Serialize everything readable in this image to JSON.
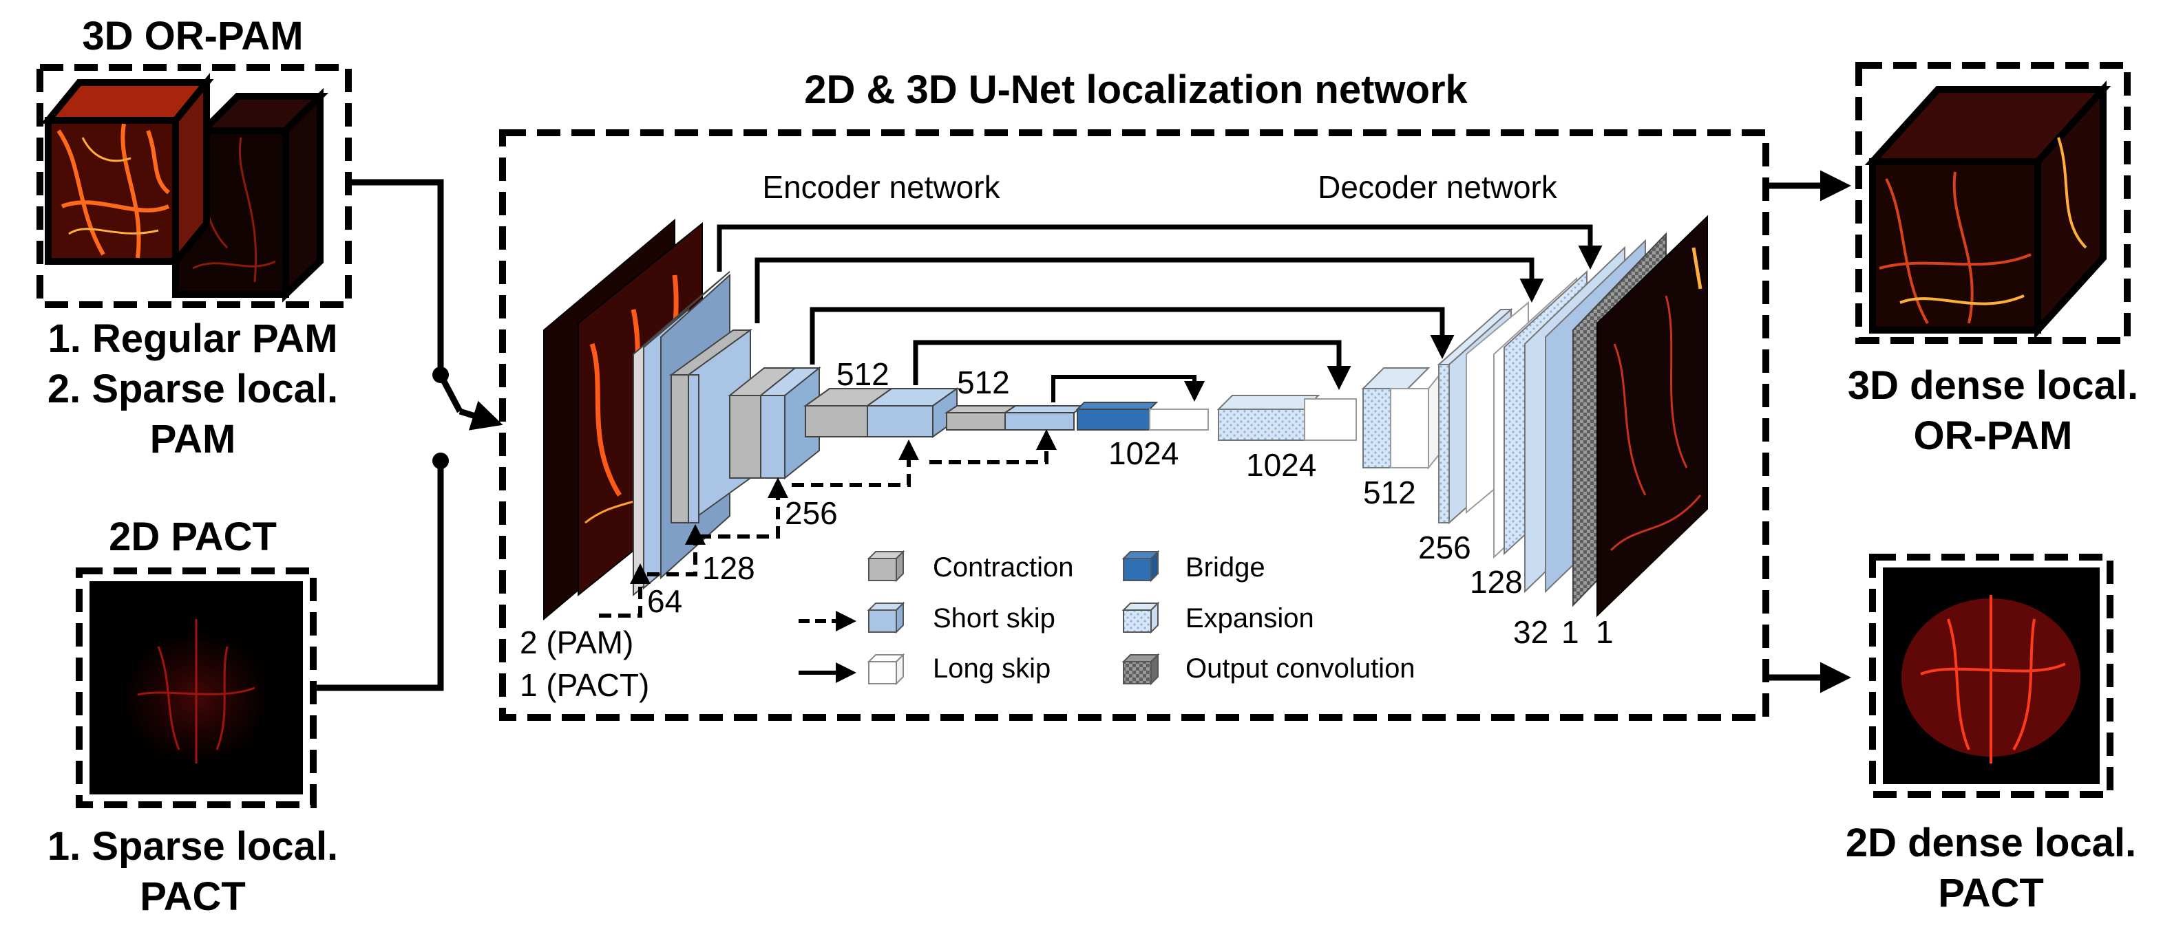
{
  "title": "2D & 3D U-Net localization network",
  "inputs": {
    "or_pam": {
      "title": "3D OR-PAM",
      "line1": "1. Regular PAM",
      "line2": "2. Sparse local.",
      "line3": "PAM"
    },
    "pact": {
      "title": "2D PACT",
      "line1": "1. Sparse local.",
      "line2": "PACT"
    }
  },
  "outputs": {
    "or_pam": {
      "line1": "3D dense local.",
      "line2": "OR-PAM"
    },
    "pact": {
      "line1": "2D dense local.",
      "line2": "PACT"
    }
  },
  "network": {
    "encoder_label": "Encoder network",
    "decoder_label": "Decoder network",
    "channels_input": [
      "2 (PAM)",
      "1 (PACT)"
    ],
    "encoder_channels": [
      "64",
      "128",
      "256",
      "512",
      "512"
    ],
    "bridge_channels": [
      "1024"
    ],
    "decoder_channels": [
      "1024",
      "512",
      "256",
      "128",
      "32",
      "1",
      "1"
    ]
  },
  "legend": {
    "contraction": "Contraction",
    "short_skip": "Short skip",
    "long_skip": "Long skip",
    "bridge": "Bridge",
    "expansion": "Expansion",
    "output_convolution": "Output convolution"
  },
  "colors": {
    "contraction": "#b8b8b8",
    "encoder_blue": "#a9c4e4",
    "bridge": "#2f6fb4",
    "expansion": "#c9dcf2",
    "long_skip": "#ffffff",
    "output_convolution": "#8a8a8a",
    "vessel_red": "#e0401a",
    "frame": "#000000"
  }
}
